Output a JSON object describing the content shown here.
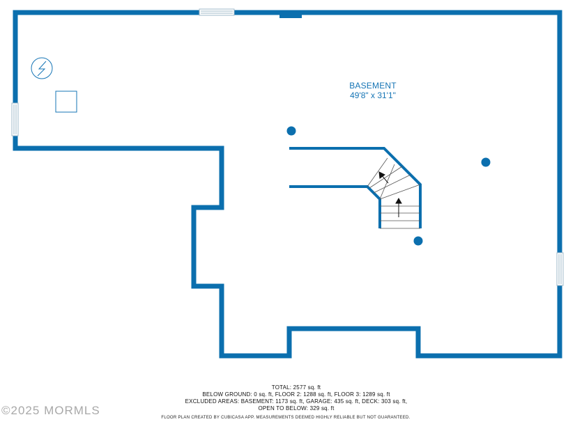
{
  "room": {
    "name": "BASEMENT",
    "dimensions": "49'8\" x 31'1\""
  },
  "summary": {
    "total": "TOTAL: 2577 sq. ft",
    "below_ground": "BELOW GROUND: 0 sq. ft, FLOOR 2: 1288 sq. ft, FLOOR 3: 1289 sq. ft",
    "excluded": "EXCLUDED AREAS: BASEMENT: 1173 sq. ft, GARAGE: 435 sq. ft, DECK: 303 sq. ft,",
    "open_below": "OPEN TO BELOW: 329 sq. ft"
  },
  "footnote": "FLOOR PLAN CREATED BY CUBICASA APP. MEASUREMENTS DEEMED HIGHLY RELIABLE BUT NOT GUARANTEED.",
  "watermark": "©2025 MORMLS",
  "colors": {
    "wall": "#0b6fae",
    "text": "#1574b5",
    "background": "#ffffff"
  },
  "icons": [
    "electric-panel-icon",
    "stairs-up-arrow-icon",
    "column-post-icon"
  ]
}
